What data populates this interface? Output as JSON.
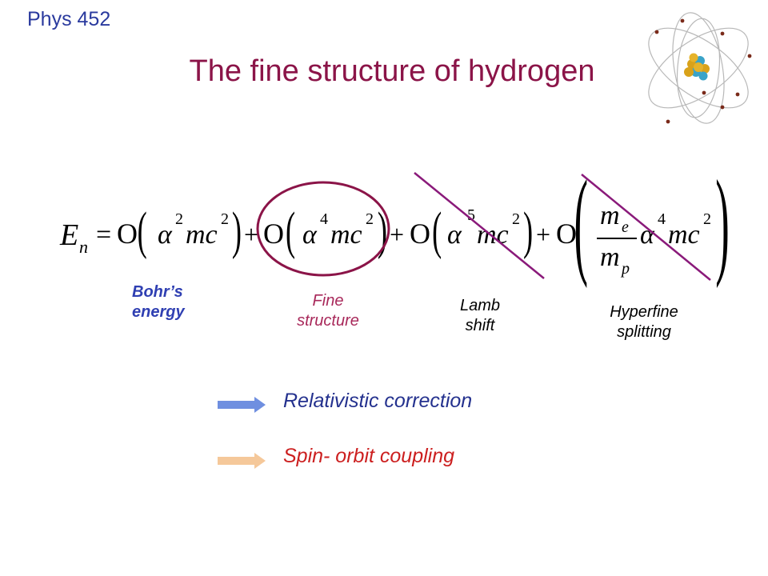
{
  "header": {
    "course": "Phys 452",
    "title": "The fine structure of hydrogen"
  },
  "equation": {
    "lhs_symbol": "E",
    "lhs_subscript": "n",
    "equals": "=",
    "big_o": "O",
    "plus": "+",
    "alpha": "α",
    "mc": "mc",
    "power_2": "2",
    "power_4": "4",
    "power_5": "5",
    "m": "m",
    "sub_e": "e",
    "sub_p": "p",
    "colors": {
      "circle": "#8b1448",
      "strike": "#8a1a7a"
    }
  },
  "labels": {
    "bohr": "Bohr’s\nenergy",
    "fine": "Fine\nstructure",
    "lamb": "Lamb\nshift",
    "hyperfine": "Hyperfine\nsplitting"
  },
  "legend": {
    "relativistic": "Relativistic correction",
    "spin_orbit": "Spin- orbit coupling",
    "colors": {
      "blue_arrow": "#6f8fe0",
      "orange_arrow": "#f5c89a"
    }
  },
  "decoration": {
    "atom_icon": "atom-icon"
  }
}
